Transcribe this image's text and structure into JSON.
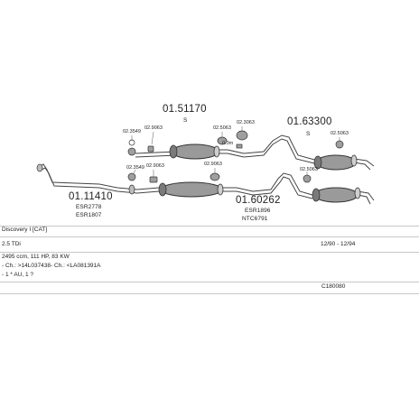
{
  "parts": {
    "p1": "01.51170",
    "p1_sub": "S",
    "p2": "01.63300",
    "p2_sub": "S",
    "p3": "01.11410",
    "p3_sub1": "ESR2778",
    "p3_sub2": "ESR1807",
    "p4": "01.60262",
    "p4_sub1": "ESR1896",
    "p4_sub2": "NTC6791",
    "c1": "02.3549",
    "c2": "02.9063",
    "c3": "02.5063",
    "c4": "02.3063",
    "c5": "02.5063",
    "c6": "02.3549",
    "c7": "02.9063",
    "c8": "02.9063",
    "c9": "02.5063",
    "c10": "0.3m"
  },
  "rows": {
    "model": "Discovery I [CAT]",
    "engine": "2.5 TDi",
    "years": "12/90 - 12/94",
    "specs": "2495 ccm, 111 HP, 83 KW",
    "chassis": "- Ch.: >14L037438- Ch.: <LA081391A",
    "extra": "- 1 * AU, 1 ?",
    "code": "C180080"
  }
}
